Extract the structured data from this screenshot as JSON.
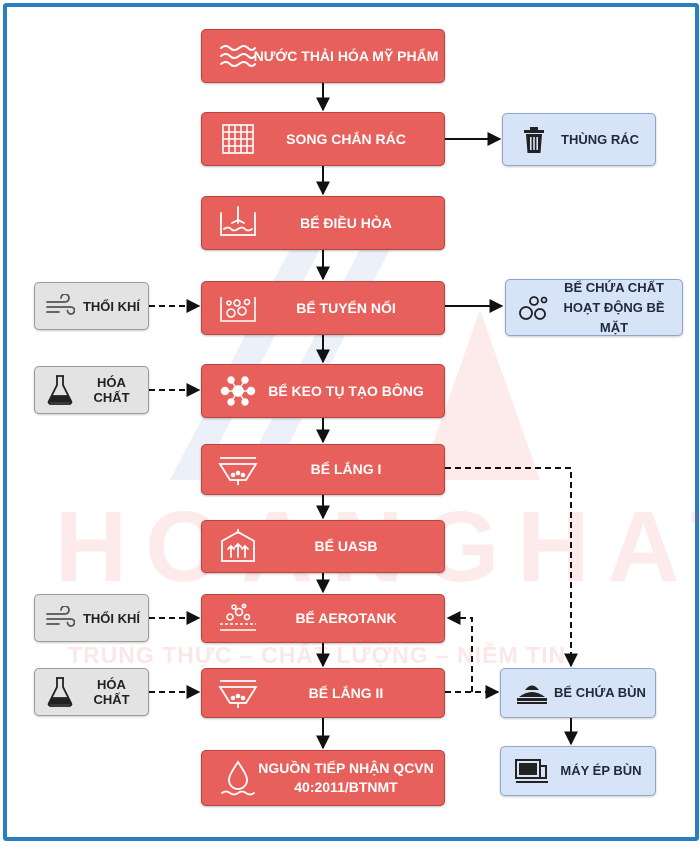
{
  "title": "",
  "main_steps": [
    {
      "id": "nuoc-thai",
      "label": "NƯỚC THẢI HÓA MỸ PHẨM",
      "icon": "wave-icon"
    },
    {
      "id": "song-chan-rac",
      "label": "SONG CHẮN RÁC",
      "icon": "grate-icon"
    },
    {
      "id": "be-dieu-hoa",
      "label": "BỂ ĐIỀU HÒA",
      "icon": "mixer-tank-icon"
    },
    {
      "id": "be-tuyen-noi",
      "label": "BỂ TUYỂN NỔI",
      "icon": "bubbles-tank-icon"
    },
    {
      "id": "be-keo-tu",
      "label": "BỂ KEO TỤ TẠO BÔNG",
      "icon": "flocculation-icon"
    },
    {
      "id": "be-lang-1",
      "label": "BỂ LẮNG I",
      "icon": "settling-tank-icon"
    },
    {
      "id": "be-uasb",
      "label": "BỂ UASB",
      "icon": "uasb-tank-icon"
    },
    {
      "id": "be-aerotank",
      "label": "BỂ AEROTANK",
      "icon": "aeration-tank-icon"
    },
    {
      "id": "be-lang-2",
      "label": "BỂ LẮNG II",
      "icon": "settling-tank-icon"
    },
    {
      "id": "nguon-tiep-nhan",
      "label": "NGUỒN TIẾP NHẬN QCVN 40:2011/BTNMT",
      "icon": "water-drop-icon"
    }
  ],
  "inputs": [
    {
      "id": "thoi-khi-1",
      "label": "THỔI KHÍ",
      "icon": "wind-icon",
      "target": "be-tuyen-noi"
    },
    {
      "id": "hoa-chat-1",
      "label": "HÓA CHẤT",
      "icon": "flask-icon",
      "target": "be-keo-tu"
    },
    {
      "id": "thoi-khi-2",
      "label": "THỔI KHÍ",
      "icon": "wind-icon",
      "target": "be-aerotank"
    },
    {
      "id": "hoa-chat-2",
      "label": "HÓA CHẤT",
      "icon": "flask-icon",
      "target": "be-lang-2"
    }
  ],
  "outputs": [
    {
      "id": "thung-rac",
      "label": "THÙNG RÁC",
      "icon": "trash-bin-icon"
    },
    {
      "id": "be-chua-chat",
      "label": "BỂ CHỨA CHẤT HOẠT ĐỘNG BỀ MẶT",
      "icon": "bubbles-icon"
    },
    {
      "id": "be-chua-bun",
      "label": "BỂ CHỨA BÙN",
      "icon": "sludge-icon"
    },
    {
      "id": "may-ep-bun",
      "label": "MÁY ÉP BÙN",
      "icon": "press-machine-icon"
    }
  ],
  "watermark": {
    "logo_text": "HOANGHAT",
    "slogan": "TRUNG THỰC – CHẤT LƯỢNG – NIỀM TIN"
  },
  "colors": {
    "main_fill": "#e8605b",
    "main_border": "#b9433f",
    "input_fill": "#e3e3e3",
    "output_fill": "#d7e4f7",
    "frame": "#2a7fc2",
    "arrow": "#111111"
  }
}
